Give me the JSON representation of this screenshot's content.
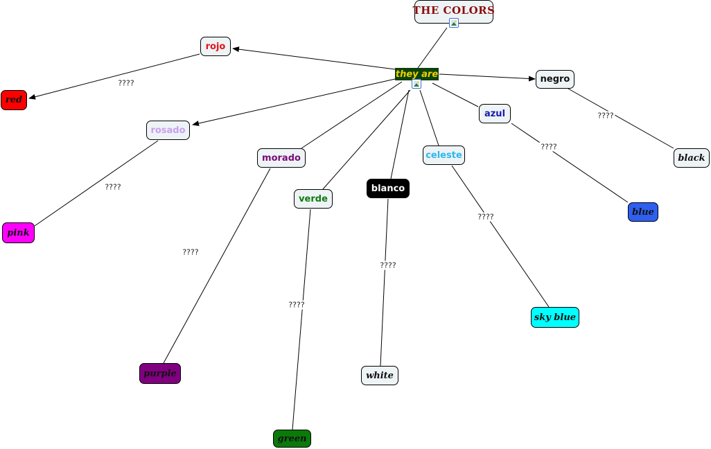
{
  "title_node": {
    "label": "THE COLORS",
    "icon": "image-icon"
  },
  "center_node": {
    "label": "they are",
    "icon": "image-icon"
  },
  "link_label": "????",
  "spanish_nodes": [
    {
      "id": "rojo",
      "label": "rojo",
      "color": "#e0141a"
    },
    {
      "id": "rosado",
      "label": "rosado",
      "color": "#c9a0ee"
    },
    {
      "id": "morado",
      "label": "morado",
      "color": "#7a0a7a"
    },
    {
      "id": "verde",
      "label": "verde",
      "color": "#117a11"
    },
    {
      "id": "blanco",
      "label": "blanco",
      "color": "#ffffff",
      "background": "#000000"
    },
    {
      "id": "celeste",
      "label": "celeste",
      "color": "#2bb8ee"
    },
    {
      "id": "azul",
      "label": "azul",
      "color": "#1a1ab0"
    },
    {
      "id": "negro",
      "label": "negro",
      "color": "#111111"
    }
  ],
  "english_nodes": [
    {
      "id": "red",
      "label": "red",
      "background": "#ff0000"
    },
    {
      "id": "pink",
      "label": "pink",
      "background": "#ff00ff"
    },
    {
      "id": "purple",
      "label": "purple",
      "background": "#800080"
    },
    {
      "id": "green",
      "label": "green",
      "background": "#0a7a0a"
    },
    {
      "id": "white",
      "label": "white",
      "background": "#eef3f5"
    },
    {
      "id": "sky-blue",
      "label": "sky blue",
      "background": "#00ffff"
    },
    {
      "id": "blue",
      "label": "blue",
      "background": "#2f5fef"
    },
    {
      "id": "black",
      "label": "black",
      "background": "#eef3f5"
    }
  ],
  "connections": [
    {
      "from": "title",
      "to": "center",
      "arrow": false
    },
    {
      "from": "center",
      "to": "rojo",
      "arrow": true
    },
    {
      "from": "center",
      "to": "rosado",
      "arrow": true
    },
    {
      "from": "center",
      "to": "negro",
      "arrow": true
    },
    {
      "from": "center",
      "to": "morado",
      "arrow": false
    },
    {
      "from": "center",
      "to": "verde",
      "arrow": false
    },
    {
      "from": "center",
      "to": "blanco",
      "arrow": false
    },
    {
      "from": "center",
      "to": "celeste",
      "arrow": false
    },
    {
      "from": "center",
      "to": "azul",
      "arrow": false
    },
    {
      "from": "rojo",
      "to": "red",
      "arrow": true,
      "label": "????"
    },
    {
      "from": "rosado",
      "to": "pink",
      "arrow": false,
      "label": "????"
    },
    {
      "from": "morado",
      "to": "purple",
      "arrow": false,
      "label": "????"
    },
    {
      "from": "verde",
      "to": "green",
      "arrow": false,
      "label": "????"
    },
    {
      "from": "blanco",
      "to": "white",
      "arrow": false,
      "label": "????"
    },
    {
      "from": "celeste",
      "to": "sky-blue",
      "arrow": false,
      "label": "????"
    },
    {
      "from": "azul",
      "to": "blue",
      "arrow": false,
      "label": "????"
    },
    {
      "from": "negro",
      "to": "black",
      "arrow": false,
      "label": "????"
    }
  ]
}
